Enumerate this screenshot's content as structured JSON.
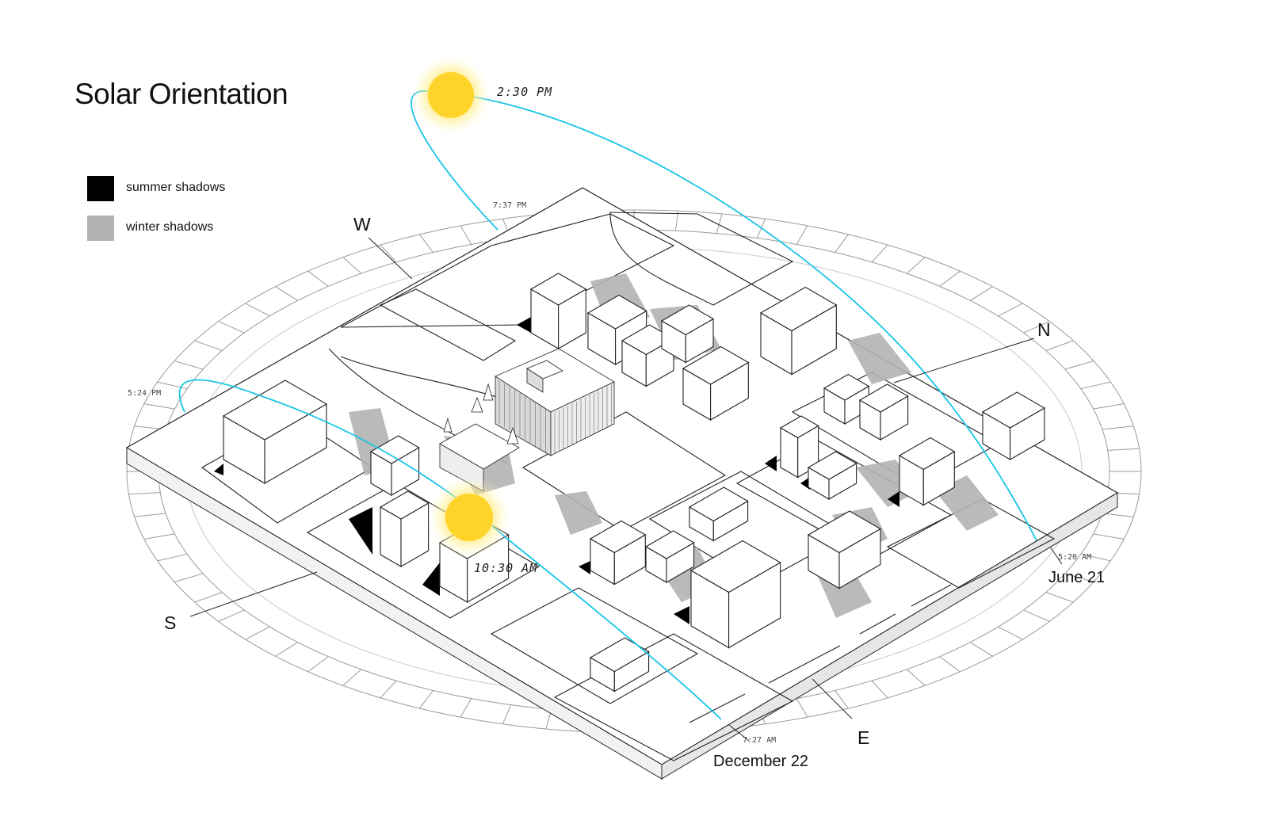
{
  "title": "Solar Orientation",
  "legend": {
    "items": [
      {
        "label": "summer shadows",
        "color": "#000000"
      },
      {
        "label": "winter shadows",
        "color": "#b3b3b3"
      }
    ]
  },
  "compass": {
    "north": "N",
    "south": "S",
    "east": "E",
    "west": "W"
  },
  "paths": [
    {
      "date": "June 21",
      "sunrise": "5:20 AM",
      "sunset": "7:37 PM",
      "sun_time": "2:30 PM",
      "color": "#19c5e6"
    },
    {
      "date": "December 22",
      "sunrise": "7:27 AM",
      "sunset": "5:24 PM",
      "sun_time": "10:30 AM",
      "color": "#19c5e6"
    }
  ],
  "colors": {
    "sun": "#ffd42a",
    "sun_glow": "#fff3a0",
    "building_fill": "#ffffff",
    "building_stroke": "#222222",
    "summer_shadow": "#000000",
    "winter_shadow": "#b3b3b3",
    "ring": "#9a9a9a"
  }
}
